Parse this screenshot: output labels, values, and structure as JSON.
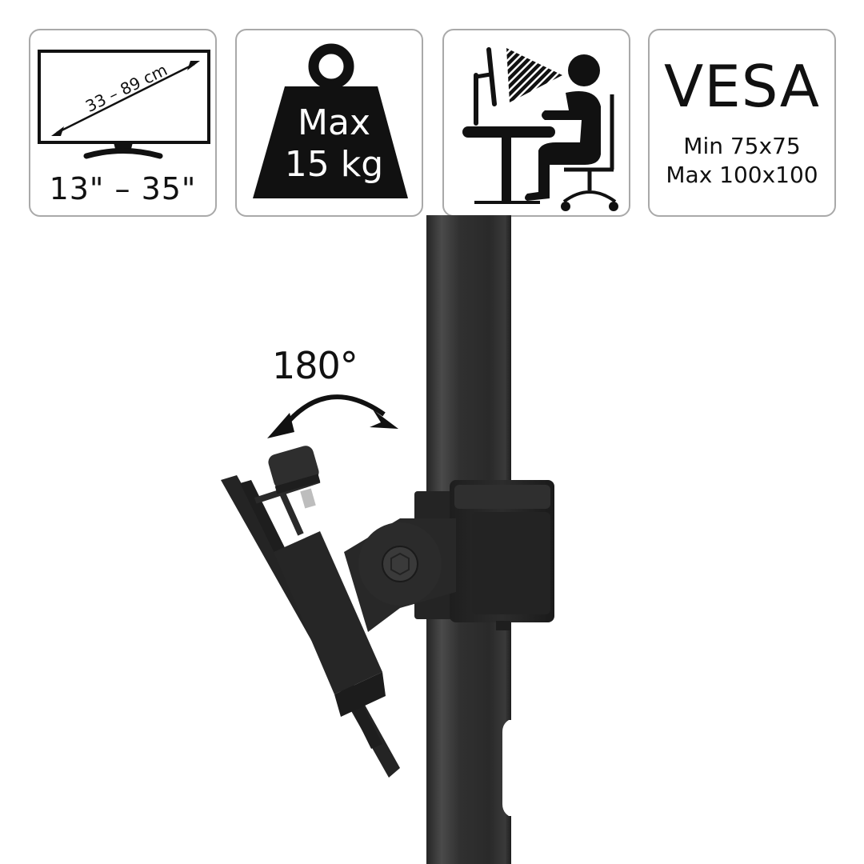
{
  "cards": [
    {
      "id": "screen-size",
      "icon": "monitor-diagonal-icon",
      "diagonal_label": "33 – 89 cm",
      "size_label": "13\" – 35\""
    },
    {
      "id": "max-load",
      "icon": "weight-icon",
      "line1": "Max",
      "line2": "15 kg"
    },
    {
      "id": "ergonomics",
      "icon": "seated-person-at-desk-icon"
    },
    {
      "id": "vesa",
      "title": "VESA",
      "line1": "Min 75x75",
      "line2": "Max 100x100"
    }
  ],
  "product": {
    "rotation_label": "180°",
    "rotation_icon": "double-curved-arrow-icon",
    "colors": {
      "pole": "#2e2e2e",
      "pole_highlight": "#4a4a4a",
      "mount": "#262626",
      "card_border": "#a9a9a9"
    }
  }
}
